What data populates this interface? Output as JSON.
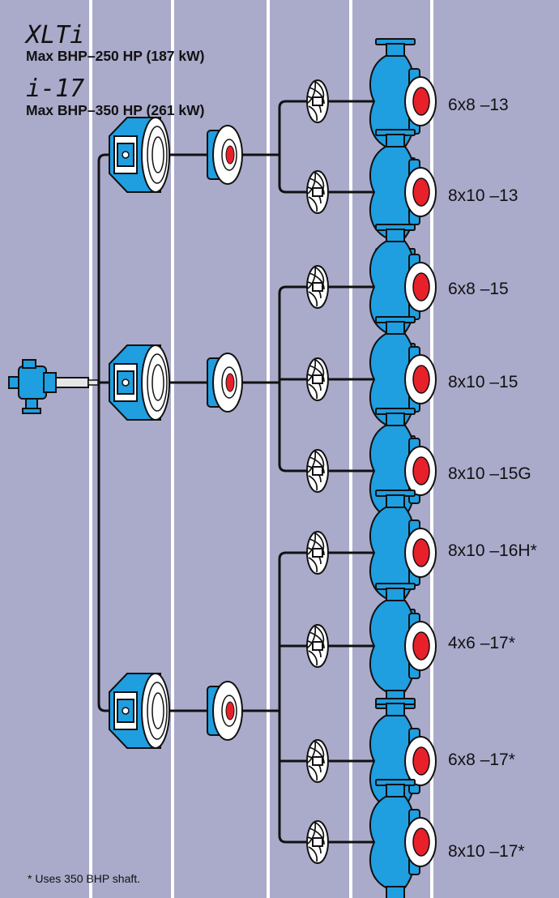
{
  "header": {
    "model_1": "XLTi",
    "spec_1": "Max BHP–250 HP (187 kW)",
    "model_2": "i-17",
    "spec_2": "Max BHP–350 HP (261 kW)"
  },
  "sizes": [
    "6x8 –13",
    "8x10 –13",
    "6x8 –15",
    "8x10 –15",
    "8x10 –15G",
    "8x10 –16H*",
    "4x6 –17*",
    "6x8 –17*",
    "8x10 –17*"
  ],
  "footnote": "* Uses 350 BHP shaft.",
  "colors": {
    "background": "#aaaacb",
    "column_divider": "#ffffff",
    "part_blue": "#1f9ee0",
    "part_outline": "#111111",
    "port_red": "#e8202a",
    "impeller_fill": "#ffffff"
  },
  "components": {
    "drive_icon": "power-end-icon",
    "adapter_icon": "bearing-frame-adapter-icon",
    "seal_icon": "seal-chamber-icon",
    "impeller_icon": "impeller-icon",
    "casing_icon": "pump-casing-icon"
  }
}
